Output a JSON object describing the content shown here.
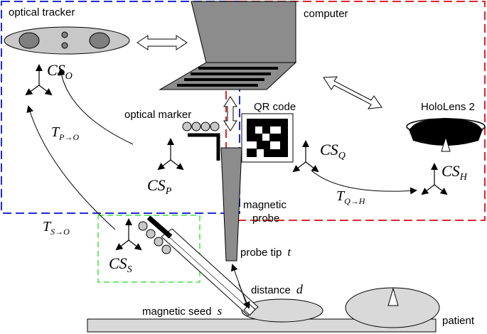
{
  "labels": {
    "optical_tracker": "optical tracker",
    "computer": "computer",
    "optical_marker": "optical marker",
    "qr_code": "QR code",
    "hololens": "HoloLens 2",
    "magnetic": "magnetic",
    "probe": "probe",
    "probe_tip": "probe tip",
    "probe_tip_var": "t",
    "distance": "distance",
    "distance_var": "d",
    "magnetic_seed": "magnetic seed",
    "seed_var": "s",
    "patient": "patient"
  },
  "coordinate_systems": {
    "cs_main": "CS",
    "o_sub": "O",
    "p_sub": "P",
    "q_sub": "Q",
    "h_sub": "H",
    "s_sub": "S"
  },
  "transforms": {
    "t_main": "T",
    "p_to_o": "P→O",
    "q_to_h": "Q→H",
    "s_to_o": "S→O"
  },
  "colors": {
    "blue_region": "#1f2bd6",
    "red_region": "#e0262a",
    "green_region": "#3ee63e",
    "device_fill": "#c8c8c8",
    "computer_fill": "#8c8c8c"
  }
}
